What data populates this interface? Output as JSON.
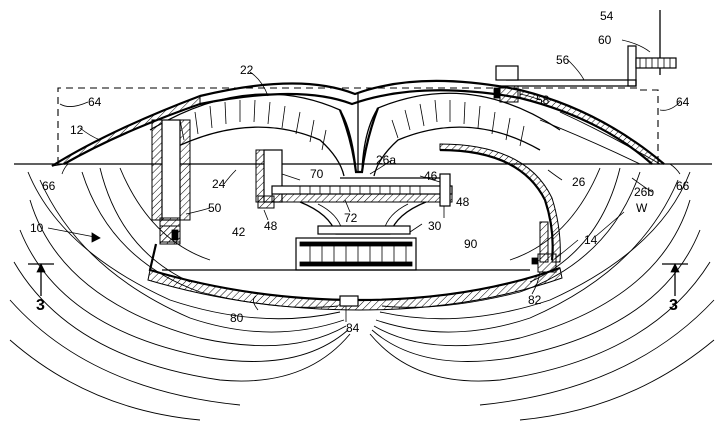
{
  "figure": {
    "labels": {
      "l54": "54",
      "l60": "60",
      "l56": "56",
      "l58": "58",
      "l64a": "64",
      "l64b": "64",
      "l22": "22",
      "l12": "12",
      "l66a": "66",
      "l66b": "66",
      "l24": "24",
      "l26": "26",
      "l26a": "26a",
      "l26b": "26b",
      "l70": "70",
      "l46": "46",
      "l48a": "48",
      "l48b": "48",
      "l50": "50",
      "l42": "42",
      "l72": "72",
      "l30": "30",
      "l10": "10",
      "l90": "90",
      "lW": "W",
      "l14": "14",
      "l82": "82",
      "l80": "80",
      "l84": "84",
      "l3a": "3",
      "l3b": "3"
    }
  }
}
